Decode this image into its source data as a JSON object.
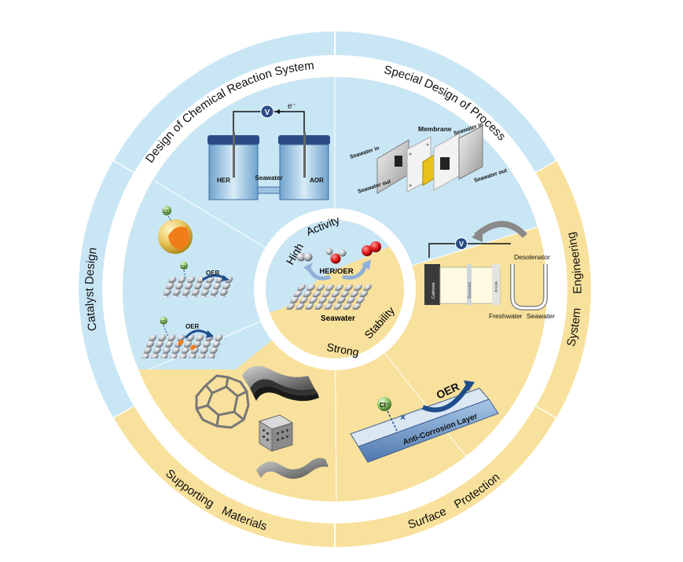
{
  "outer_ring": {
    "segments": [
      {
        "label": "Design of Chemical Reaction System",
        "color": "#c9e6f5"
      },
      {
        "label": "Special Design of Process",
        "color": "#c9e6f5"
      },
      {
        "label": "System Engineering",
        "color": "#f8e19c"
      },
      {
        "label": "Surface Protection",
        "color": "#f8e19c"
      },
      {
        "label": "Supporting Materials",
        "color": "#f8e19c"
      },
      {
        "label": "Catalyst Design",
        "color": "#c9e6f5"
      }
    ]
  },
  "center": {
    "top_label_1": "High",
    "top_label_2": "Activity",
    "reaction_label": "HER/OER",
    "substrate_label": "Seawater",
    "bottom_label_1": "Strong",
    "bottom_label_2": "Stability"
  },
  "panels": {
    "reaction_system": {
      "electron": "e⁻",
      "voltmeter": "V",
      "her": "HER",
      "seawater": "Seawater",
      "aor": "AOR"
    },
    "process": {
      "membrane": "Membrane",
      "seawater_in_left": "Seawater in",
      "seawater_out_left": "Seawater out",
      "seawater_in_right": "Seawater in",
      "seawater_out_right": "Seawater out"
    },
    "system_engineering": {
      "voltmeter": "V",
      "desolenator": "Desolenator",
      "cathode": "Cathode",
      "separator": "Separator",
      "anode": "Anode",
      "freshwater": "Freshwater",
      "seawater": "Seawater"
    },
    "surface_protection": {
      "chloride": "Cl⁻",
      "cross": "×",
      "oer": "OER",
      "layer": "Anti-Corrosion Layer"
    },
    "catalyst": {
      "chloride_1": "Cl⁻",
      "chloride_2": "Cl⁻",
      "chloride_3": "Cl⁻",
      "oer_1": "OER",
      "oer_2": "OER"
    }
  },
  "colors": {
    "blue": "#c9e6f5",
    "yellow": "#f8e19c",
    "arrow_blue": "#1f4e8c"
  }
}
